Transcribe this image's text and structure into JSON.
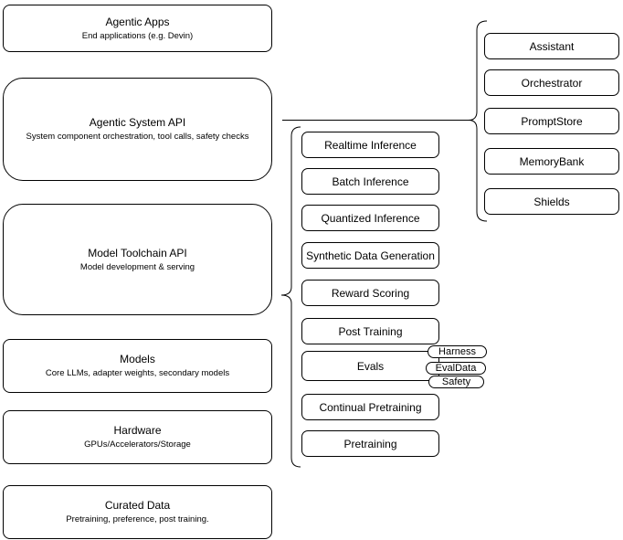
{
  "diagram": {
    "left_stack": [
      {
        "title": "Agentic Apps",
        "subtitle": "End applications (e.g. Devin)"
      },
      {
        "title": "Agentic System API",
        "subtitle": "System component orchestration, tool calls, safety checks"
      },
      {
        "title": "Model Toolchain API",
        "subtitle": "Model development & serving"
      },
      {
        "title": "Models",
        "subtitle": "Core LLMs, adapter weights, secondary models"
      },
      {
        "title": "Hardware",
        "subtitle": "GPUs/Accelerators/Storage"
      },
      {
        "title": "Curated Data",
        "subtitle": "Pretraining, preference, post training."
      }
    ],
    "toolchain_items": [
      "Realtime Inference",
      "Batch Inference",
      "Quantized Inference",
      "Synthetic Data Generation",
      "Reward Scoring",
      "Post Training",
      "Evals",
      "Continual Pretraining",
      "Pretraining"
    ],
    "evals_tags": [
      "Harness",
      "EvalData",
      "Safety"
    ],
    "system_components": [
      "Assistant",
      "Orchestrator",
      "PromptStore",
      "MemoryBank",
      "Shields"
    ],
    "colors": {
      "stroke": "#000000",
      "fill": "#ffffff",
      "text": "#000000",
      "background": "#ffffff"
    }
  }
}
